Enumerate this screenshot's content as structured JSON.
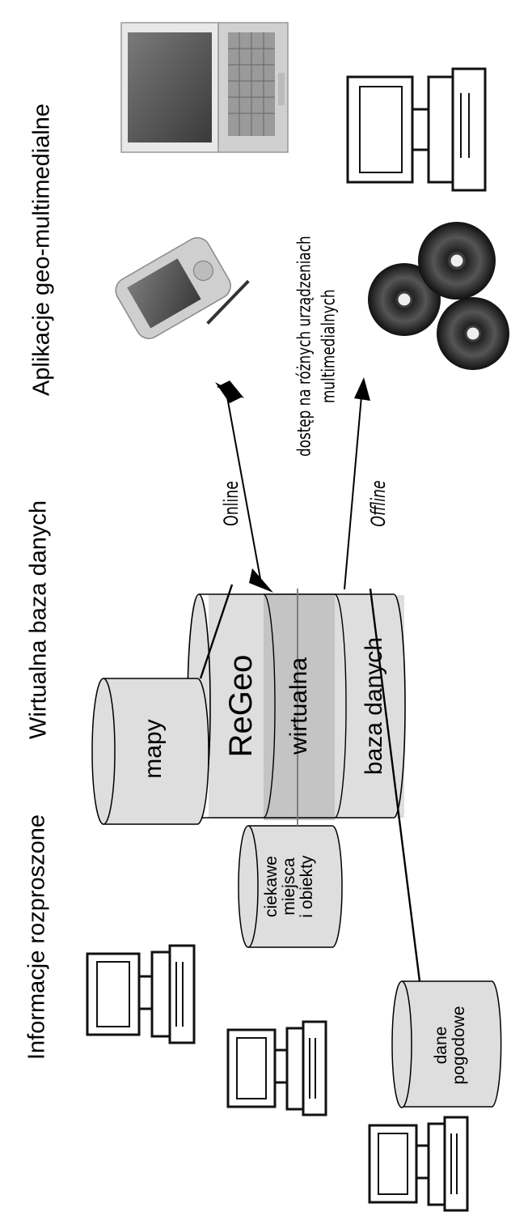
{
  "headers": {
    "distributed": "Informacje rozproszone",
    "virtual_db": "Wirtualna baza danych",
    "applications": "Aplikacje geo-multimedialne"
  },
  "central_db": {
    "name": "ReGeo",
    "line2": "wirtualna",
    "line3": "baza danych"
  },
  "sources": {
    "maps": "mapy",
    "places": [
      "ciekawe",
      "miejsca",
      "i obiekty"
    ],
    "weather": [
      "dane",
      "pogodowe"
    ]
  },
  "links": {
    "online": "Online",
    "offline": "Offline",
    "access": [
      "dostęp na różnych urządzeniach",
      "multimedialnych"
    ]
  },
  "colors": {
    "cylinder_fill": "#dedede",
    "cylinder_band": "#c4c4c4",
    "stroke": "#000000"
  },
  "icons": [
    "computer-icon",
    "laptop-icon",
    "pda-icon",
    "cd-discs-icon"
  ]
}
